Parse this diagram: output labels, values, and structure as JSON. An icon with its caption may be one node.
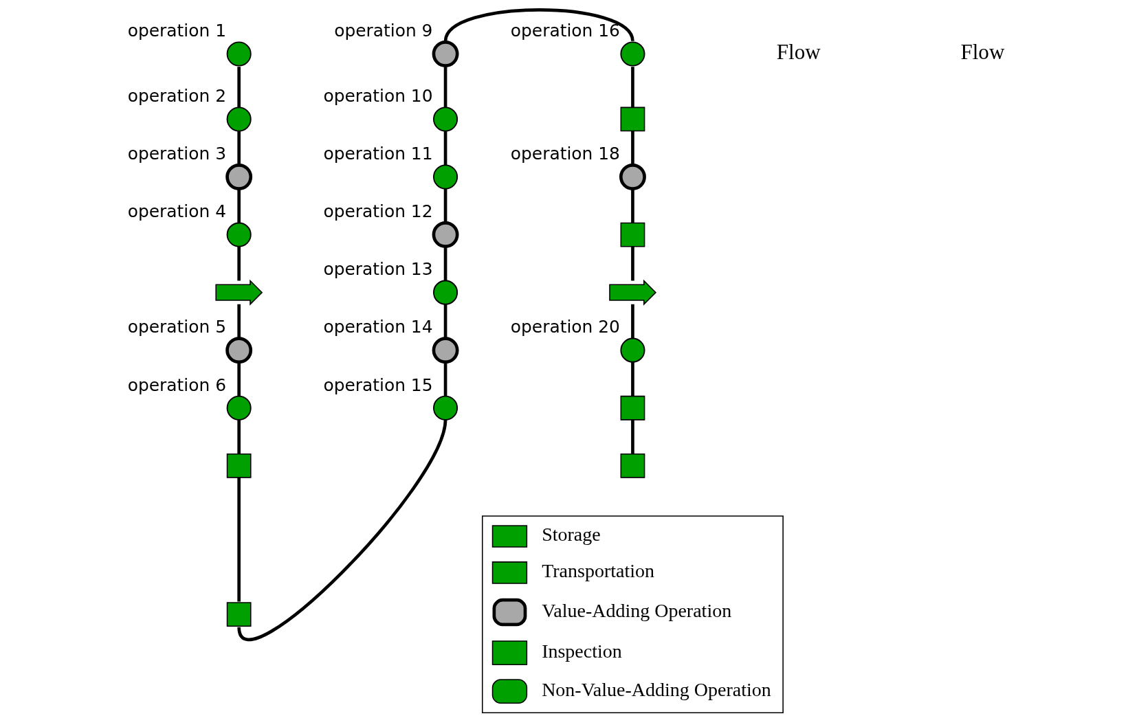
{
  "diagram": {
    "nodes": [
      {
        "text": [],
        "shape": "circle",
        "beside": [
          "operation 1"
        ]
      },
      {
        "text": [],
        "shape": "circle",
        "beside": [
          "operation 2"
        ]
      },
      {
        "text": [],
        "shape": "circle",
        "beside": [
          "operation 3"
        ]
      },
      {
        "text": [],
        "shape": "circle",
        "beside": [
          "operation 4"
        ]
      },
      {
        "text": [],
        "shape": "arrow"
      },
      {
        "text": [],
        "shape": "circle",
        "beside": [
          "operation 5"
        ]
      },
      {
        "text": [],
        "shape": "circle",
        "beside": [
          "operation 6"
        ]
      },
      {
        "text": [],
        "shape": "box"
      },
      {
        "text": [],
        "shape": "box"
      },
      {
        "text": [],
        "shape": "circle",
        "beside": [
          "operation 9"
        ]
      },
      {
        "text": [],
        "shape": "circle",
        "beside": [
          "operation 10"
        ]
      },
      {
        "text": [],
        "shape": "circle",
        "beside": [
          "operation 11"
        ]
      },
      {
        "text": [],
        "shape": "circle",
        "beside": [
          "operation 12"
        ]
      },
      {
        "text": [],
        "shape": "circle",
        "beside": [
          "operation 13"
        ]
      },
      {
        "text": [],
        "shape": "circle",
        "beside": [
          "operation 14"
        ]
      },
      {
        "text": [],
        "shape": "circle",
        "beside": [
          "operation 15"
        ]
      },
      {
        "text": [],
        "shape": "circle",
        "beside": [
          "operation 16"
        ]
      },
      {
        "text": [],
        "shape": "box"
      },
      {
        "text": [],
        "shape": "circle",
        "beside": [
          "operation 18"
        ]
      },
      {
        "text": [],
        "shape": "box"
      },
      {
        "text": [],
        "shape": "arrow"
      },
      {
        "text": [],
        "shape": "circle",
        "beside": [
          "operation 20"
        ]
      },
      {
        "text": [],
        "shape": "box"
      },
      {
        "text": [],
        "shape": "box"
      }
    ],
    "edges": [
      {
        "from": 0,
        "to": 1,
        "arrow": "none"
      },
      {
        "from": 1,
        "to": 2,
        "arrow": "none"
      },
      {
        "from": 2,
        "to": 3,
        "arrow": "none"
      },
      {
        "from": 3,
        "to": 4,
        "arrow": "none"
      },
      {
        "from": 4,
        "to": 5,
        "arrow": "none"
      },
      {
        "from": 5,
        "to": 6,
        "arrow": "none"
      },
      {
        "from": 6,
        "to": 7,
        "arrow": "none"
      },
      {
        "from": 7,
        "to": 8,
        "arrow": "none"
      },
      {
        "from": 8,
        "to": 15,
        "arrow": "none"
      },
      {
        "from": 15,
        "to": 14,
        "arrow": "none"
      },
      {
        "from": 14,
        "to": 13,
        "arrow": "none"
      },
      {
        "from": 13,
        "to": 12,
        "arrow": "none"
      },
      {
        "from": 12,
        "to": 11,
        "arrow": "none"
      },
      {
        "from": 11,
        "to": 10,
        "arrow": "none"
      },
      {
        "from": 10,
        "to": 9,
        "arrow": "none"
      },
      {
        "from": 9,
        "to": 16,
        "arrow": "none"
      },
      {
        "from": 16,
        "to": 17,
        "arrow": "none"
      },
      {
        "from": 17,
        "to": 18,
        "arrow": "none"
      },
      {
        "from": 18,
        "to": 19,
        "arrow": "none"
      },
      {
        "from": 19,
        "to": 20,
        "arrow": "none"
      },
      {
        "from": 20,
        "to": 21,
        "arrow": "none"
      },
      {
        "from": 21,
        "to": 22,
        "arrow": "none"
      },
      {
        "from": 22,
        "to": 23,
        "arrow": "none"
      }
    ],
    "labels": [
      "Flow",
      "Flow"
    ],
    "legend": [
      {
        "text": "Storage"
      },
      {
        "text": "Transportation"
      },
      {
        "text": "Value-Adding Operation"
      },
      {
        "text": "Inspection"
      },
      {
        "text": "Non-Value-Adding Operation"
      }
    ]
  }
}
